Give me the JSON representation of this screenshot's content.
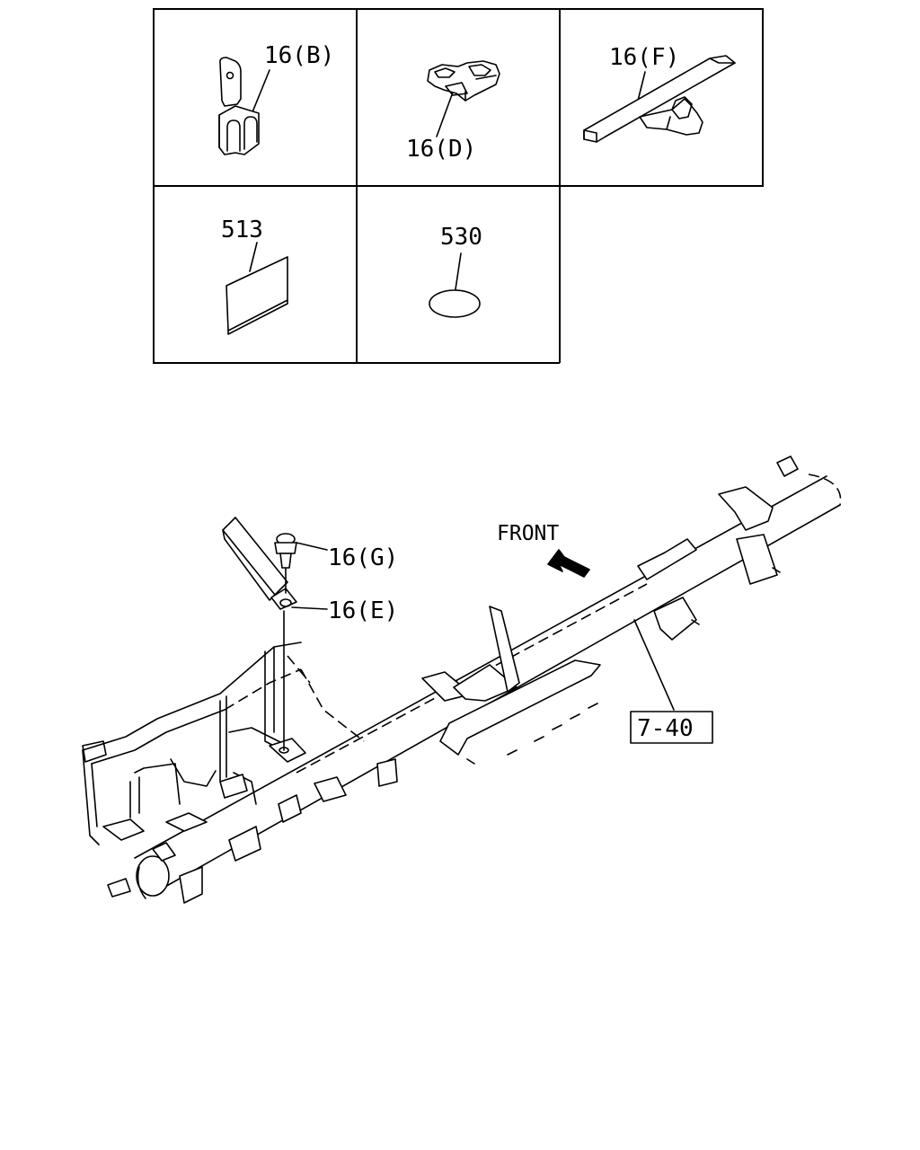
{
  "parts_grid": {
    "cells": [
      {
        "label": "16(B)"
      },
      {
        "label": "16(D)"
      },
      {
        "label": "16(F)"
      },
      {
        "label": "513"
      },
      {
        "label": "530"
      }
    ]
  },
  "assembly": {
    "front_label": "FRONT",
    "callout_g": "16(G)",
    "callout_e": "16(E)",
    "ref_box": "7-40"
  }
}
